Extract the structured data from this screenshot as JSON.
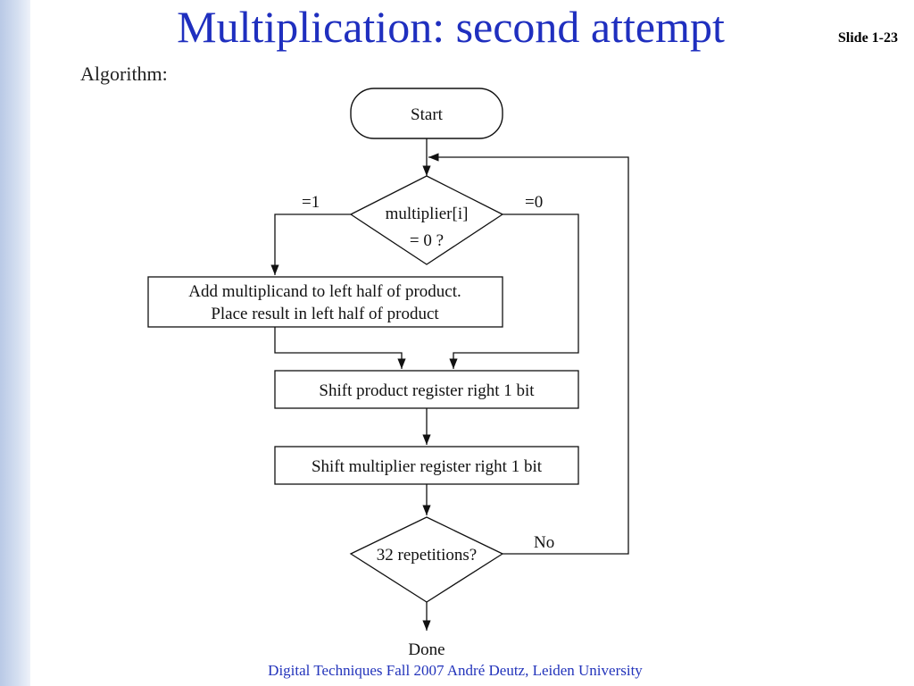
{
  "slide": {
    "title": "Multiplication: second attempt",
    "number": "Slide 1-23",
    "subtitle": "Algorithm:",
    "footer": "Digital Techniques Fall 2007 André Deutz, Leiden University"
  },
  "flowchart": {
    "start": "Start",
    "decision1": {
      "line1": "multiplier[i]",
      "line2": "= 0 ?"
    },
    "branch_one_label": "=1",
    "branch_zero_label": "=0",
    "add_box": {
      "line1": "Add multiplicand to left half of product.",
      "line2": "Place result in left half of product"
    },
    "shift_product": "Shift product register right 1 bit",
    "shift_multiplier": "Shift multiplier register right 1 bit",
    "decision2": "32 repetitions?",
    "no_label": "No",
    "done": "Done"
  }
}
